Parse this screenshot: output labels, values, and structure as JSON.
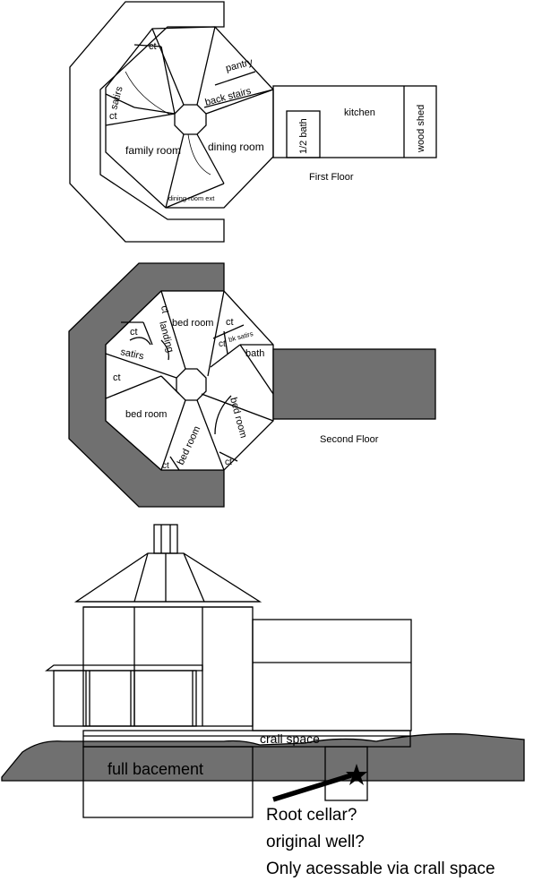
{
  "first_floor": {
    "caption": "First Floor",
    "rooms": {
      "ct_top": "ct",
      "pantry": "pantry",
      "back_stairs": "back stairs",
      "satirs": "satirs",
      "ct_left": "ct",
      "family_room": "family room",
      "dining_room": "dining room",
      "dining_room_ext": "dining room ext",
      "half_bath": "1/2 bath",
      "kitchen": "kitchen",
      "wood_shed": "wood shed"
    }
  },
  "second_floor": {
    "caption": "Second Floor",
    "rooms": {
      "ct_a": "ct",
      "ct_b": "ct",
      "landing": "landing",
      "bed_room_top": "bed room",
      "ct_c": "ct",
      "ct_d": "ct",
      "bk_satirs": "bk satirs",
      "bath": "bath",
      "satirs": "satirs",
      "ct_left": "ct",
      "bed_room_left": "bed room",
      "bed_room_center": "bed room",
      "bed_room_right": "bed room",
      "ct_bottom_left": "ct",
      "ct_bottom_right": "ct"
    }
  },
  "elevation": {
    "crawl_space": "crall space",
    "full_basement": "full bacement",
    "note_lines": [
      "Root cellar?",
      "original well?",
      "Only acessable via crall space"
    ]
  },
  "colors": {
    "shading": "#707070",
    "line": "#000000"
  }
}
